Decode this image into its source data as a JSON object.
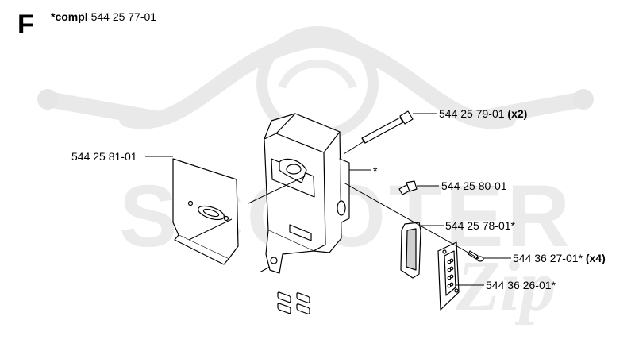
{
  "section_letter": "F",
  "kit": {
    "prefix": "*compl",
    "number": "544 25 77-01"
  },
  "parts": [
    {
      "id": "bolt-long",
      "number": "544 25 79-01",
      "qty": "(x2)"
    },
    {
      "id": "gasket",
      "number": "544 25 81-01",
      "qty": ""
    },
    {
      "id": "muffler",
      "number": "",
      "qty": "",
      "mark": "*"
    },
    {
      "id": "bolt-short",
      "number": "544 25 80-01",
      "qty": ""
    },
    {
      "id": "spark-screen",
      "number": "544 25 78-01*",
      "qty": ""
    },
    {
      "id": "screw",
      "number": "544 36 27-01*",
      "qty": "(x4)"
    },
    {
      "id": "deflector-plate",
      "number": "544 36 26-01*",
      "qty": ""
    }
  ],
  "watermark": {
    "text": "SCOOTER",
    "subtext": "Zip"
  }
}
